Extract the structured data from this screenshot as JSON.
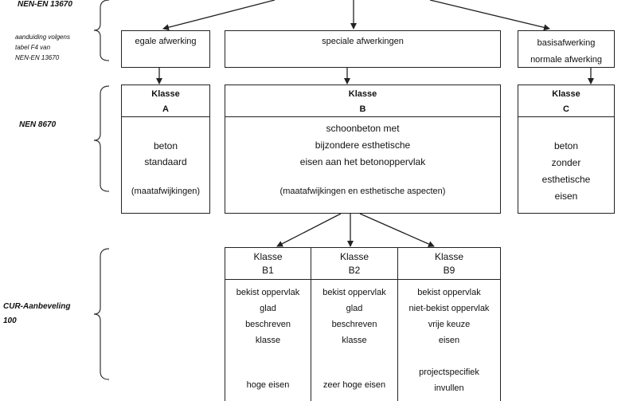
{
  "left_labels": {
    "nen_en": "NEN-EN 13670",
    "nen_en_note_1": "aanduiding volgens",
    "nen_en_note_2": "tabel  F4  van",
    "nen_en_note_3": "NEN-EN 13670",
    "nen_8670": "NEN 8670",
    "cur_1": "CUR-Aanbeveling",
    "cur_2": "100"
  },
  "top_boxes": {
    "a": "egale afwerking",
    "b": "speciale afwerkingen",
    "c_1": "basisafwerking",
    "c_2": "normale afwerking"
  },
  "classes": {
    "a": {
      "header_1": "Klasse",
      "header_2": "A",
      "body": [
        "beton",
        "standaard"
      ],
      "footer": "(maatafwijkingen)"
    },
    "b": {
      "header_1": "Klasse",
      "header_2": "B",
      "body": [
        "schoonbeton met",
        "bijzondere esthetische",
        "eisen aan het betonoppervlak"
      ],
      "footer": "(maatafwijkingen en esthetische aspecten)"
    },
    "c": {
      "header_1": "Klasse",
      "header_2": "C",
      "body": [
        "beton",
        "zonder",
        "esthetische",
        "eisen"
      ]
    }
  },
  "subclasses": {
    "b1": {
      "header_1": "Klasse",
      "header_2": "B1",
      "body": [
        "bekist oppervlak",
        "glad",
        "beschreven",
        "klasse"
      ],
      "footer": "hoge eisen"
    },
    "b2": {
      "header_1": "Klasse",
      "header_2": "B2",
      "body": [
        "bekist oppervlak",
        "glad",
        "beschreven",
        "klasse"
      ],
      "footer": "zeer hoge eisen"
    },
    "b9": {
      "header_1": "Klasse",
      "header_2": "B9",
      "body": [
        "bekist oppervlak",
        "niet-bekist oppervlak",
        "vrije keuze",
        "eisen"
      ],
      "footer_1": "projectspecifiek",
      "footer_2": "invullen"
    }
  }
}
